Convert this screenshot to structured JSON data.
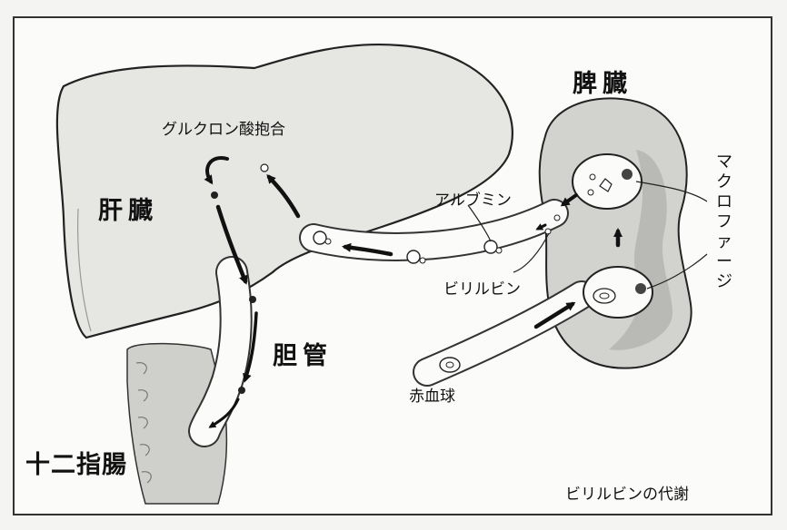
{
  "labels": {
    "liver": "肝臓",
    "spleen": "脾臓",
    "bile_duct": "胆管",
    "duodenum": "十二指腸",
    "glucuronidation": "グルクロン酸抱合",
    "albumin": "アルブミン",
    "bilirubin": "ビリルビン",
    "macrophage": "マクロファージ",
    "red_blood_cell": "赤血球",
    "caption": "ビリルビンの代謝"
  },
  "colors": {
    "liver_fill": "#e6e6e3",
    "spleen_fill": "#d2d2cf",
    "spleen_inner": "#b9b9b6",
    "duodenum_fill": "#cfcfcc",
    "outline": "#222222",
    "arrow": "#111111"
  }
}
